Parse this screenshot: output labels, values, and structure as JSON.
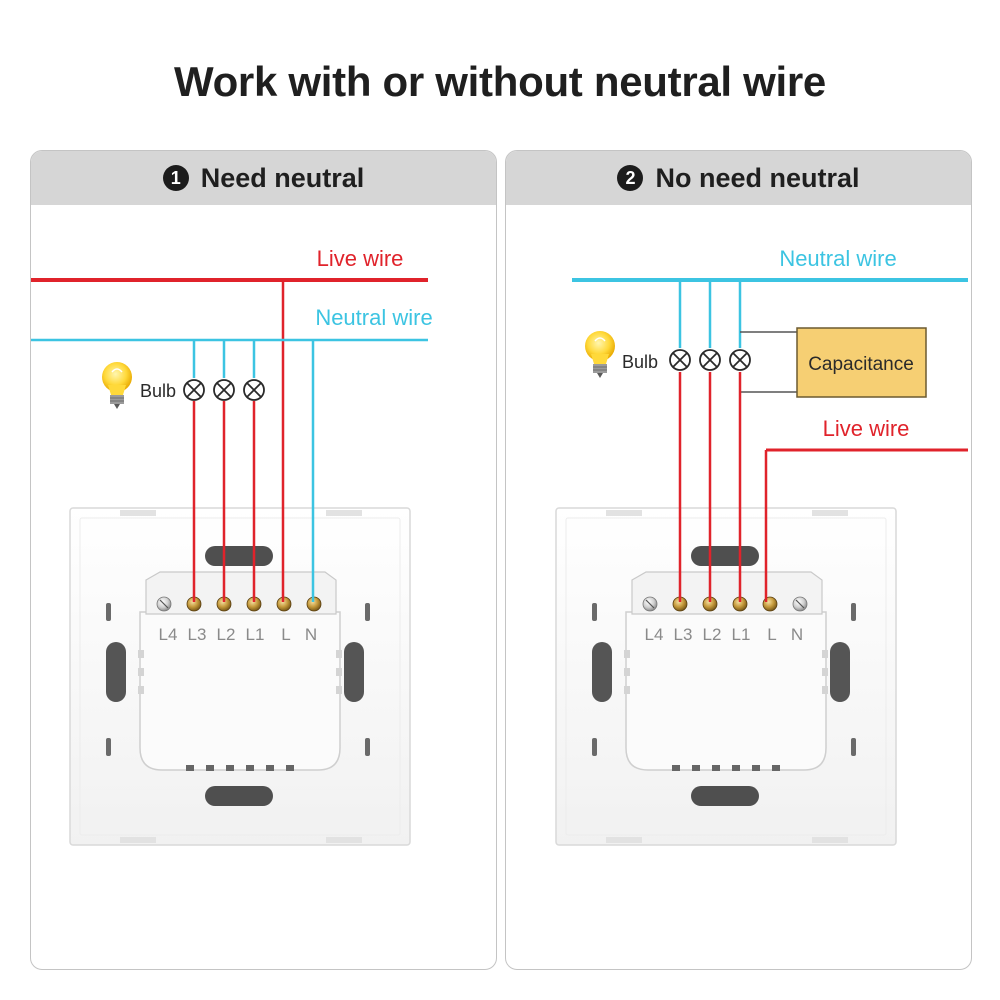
{
  "title": "Work with or without neutral wire",
  "panels": [
    {
      "number": "1",
      "heading": "Need neutral",
      "live_wire_label": "Live wire",
      "neutral_wire_label": "Neutral wire",
      "bulb_label": "Bulb",
      "terminals": [
        "L4",
        "L3",
        "L2",
        "L1",
        "L",
        "N"
      ]
    },
    {
      "number": "2",
      "heading": "No need neutral",
      "neutral_wire_label": "Neutral wire",
      "capacitance_label": "Capacitance",
      "live_wire_label": "Live wire",
      "bulb_label": "Bulb",
      "terminals": [
        "L4",
        "L3",
        "L2",
        "L1",
        "L",
        "N"
      ]
    }
  ],
  "colors": {
    "live": "#e0232b",
    "neutral": "#3cc4e2",
    "capacitance_fill": "#f6cf73",
    "header_bg": "#d6d6d6"
  }
}
